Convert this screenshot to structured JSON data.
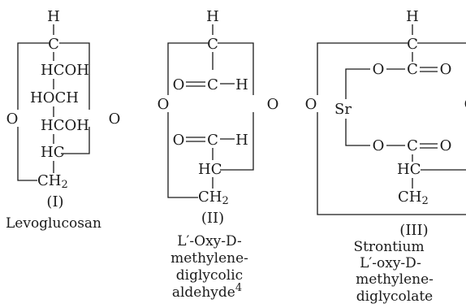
{
  "structures": [
    {
      "numeral": "(I)",
      "caption": [
        "Levoglucosan"
      ],
      "atoms": {
        "top_h": "H",
        "c1": "C",
        "row2": "HCOH",
        "row3": "HOCH",
        "row4": "HCOH",
        "hc": "HC",
        "ch2": "CH",
        "ch2_sub": "2",
        "o_left": "O",
        "o_right": "O"
      }
    },
    {
      "numeral": "(II)",
      "caption": [
        "L′-Oxy-D-",
        "methylene-",
        "diglycolic",
        "aldehyde"
      ],
      "caption_note": "4",
      "atoms": {
        "top_h": "H",
        "c1": "C",
        "oxo_o1": "O",
        "oxo_c1": "C",
        "oxo_h1": "H",
        "oxo_o2": "O",
        "oxo_c2": "C",
        "oxo_h2": "H",
        "hc": "HC",
        "ch2": "CH",
        "ch2_sub": "2",
        "o_left": "O",
        "o_right": "O"
      }
    },
    {
      "numeral": "(III)",
      "caption": [
        "Strontium",
        "L′-oxy-D-",
        "methylene-",
        "diglycolate"
      ],
      "atoms": {
        "top_h": "H",
        "c1": "C",
        "o_top": "O",
        "c_top": "C",
        "o_top_dbl": "O",
        "sr": "Sr",
        "o_bot": "O",
        "c_bot": "C",
        "o_bot_dbl": "O",
        "hc": "HC",
        "ch2": "CH",
        "ch2_sub": "2",
        "o_left": "O",
        "o_right": "O"
      }
    }
  ]
}
